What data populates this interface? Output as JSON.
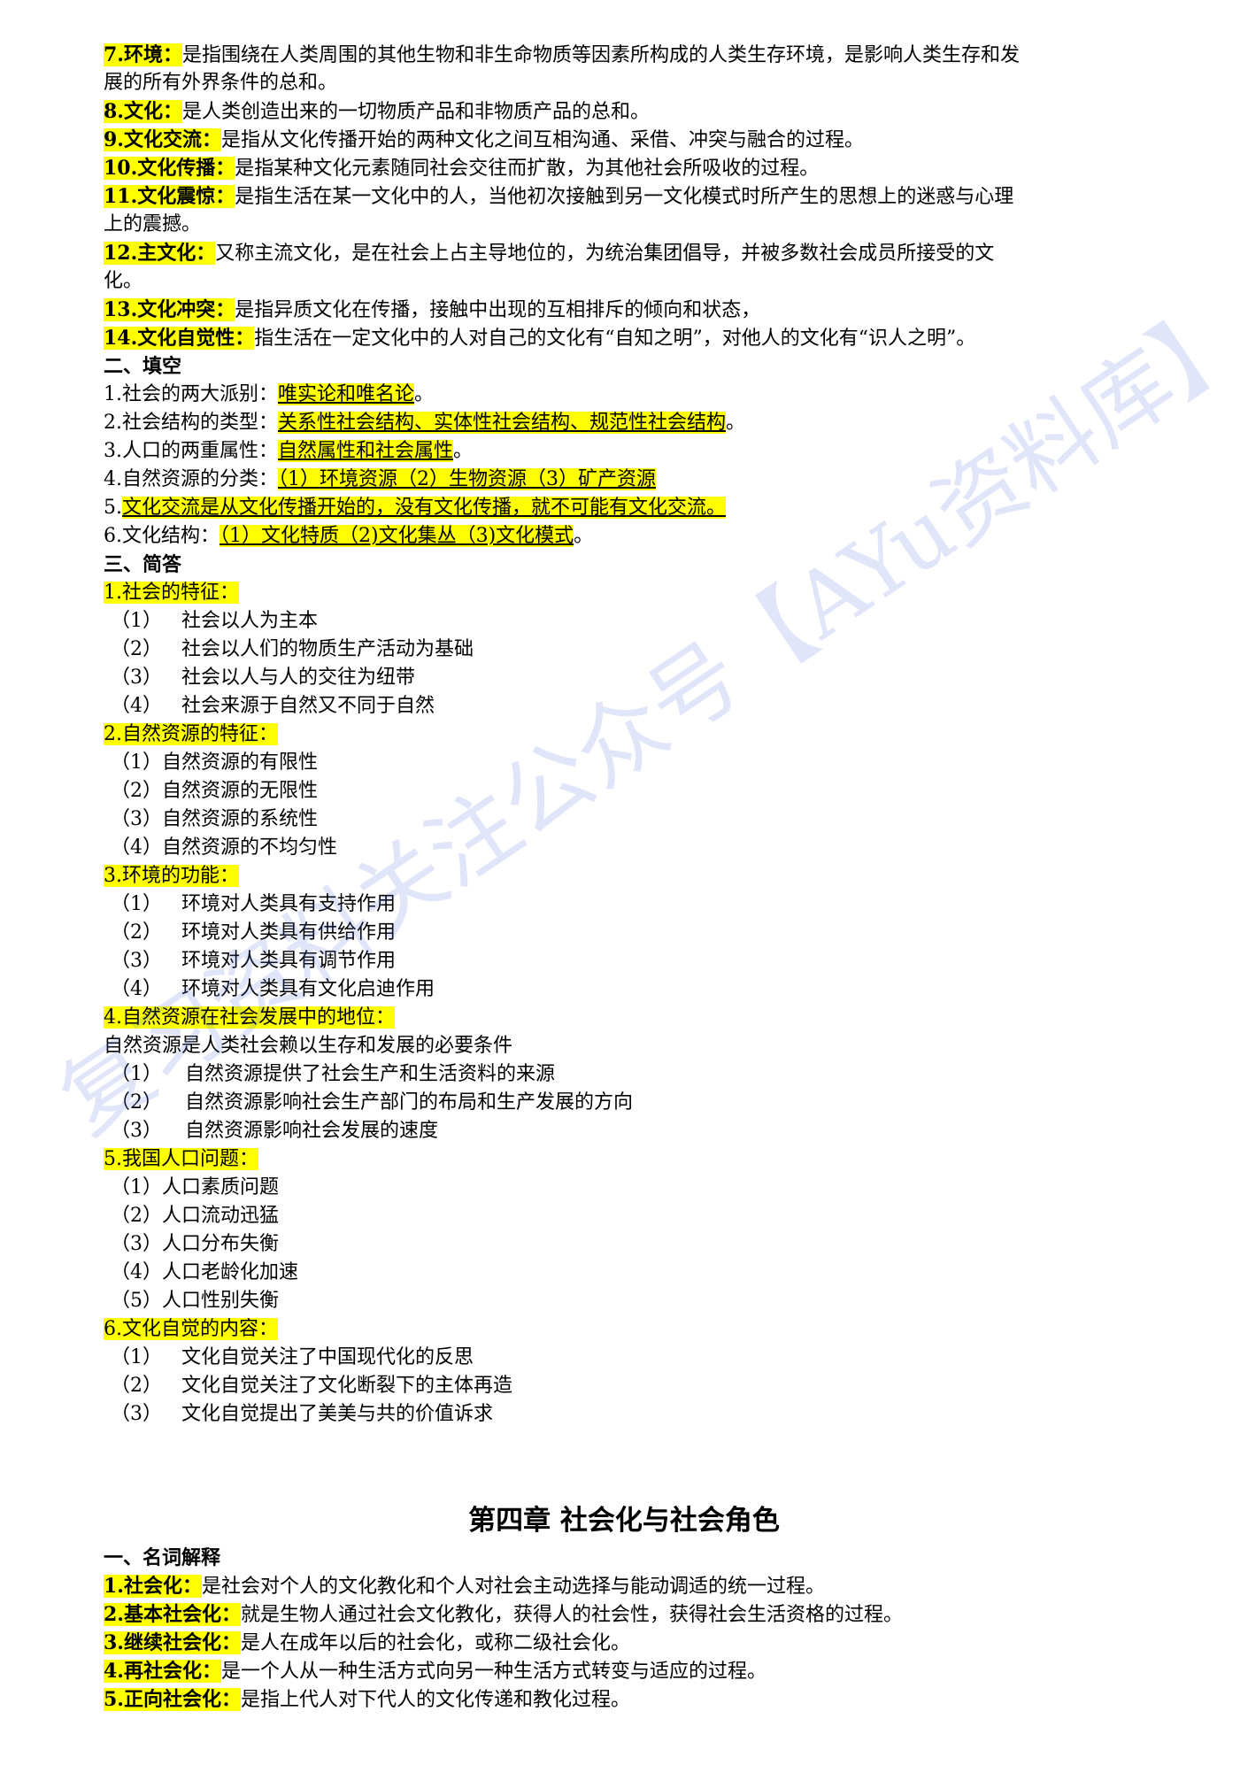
{
  "terms_top": [
    {
      "num": "7.",
      "term": "环境：",
      "def1": "是指围绕在人类周围的其他生物和非生命物质等因素所构成的人类生存环境，是影响人类生存和发",
      "def2": "展的所有外界条件的总和。"
    },
    {
      "num": "8.",
      "term": "文化：",
      "def1": "是人类创造出来的一切物质产品和非物质产品的总和。"
    },
    {
      "num": "9.",
      "term": "文化交流：",
      "def1": "是指从文化传播开始的两种文化之间互相沟通、采借、冲突与融合的过程。"
    },
    {
      "num": "10.",
      "term": "文化传播：",
      "def1": "是指某种文化元素随同社会交往而扩散，为其他社会所吸收的过程。"
    },
    {
      "num": "11.",
      "term": "文化震惊：",
      "def1": "是指生活在某一文化中的人，当他初次接触到另一文化模式时所产生的思想上的迷惑与心理",
      "def2": "上的震撼。"
    },
    {
      "num": "12.",
      "term": "主文化：",
      "def1": "又称主流文化，是在社会上占主导地位的，为统治集团倡导，并被多数社会成员所接受的文",
      "def2": "化。"
    },
    {
      "num": "13.",
      "term": "文化冲突：",
      "def1": "是指异质文化在传播，接触中出现的互相排斥的倾向和状态，"
    },
    {
      "num": "14.",
      "term": "文化自觉性：",
      "def1": "指生活在一定文化中的人对自己的文化有“自知之明”，对他人的文化有“识人之明”。"
    }
  ],
  "fill_heading": "二、填空",
  "fill_items": [
    {
      "q": "1.社会的两大派别：",
      "a": "唯实论和唯名论",
      "tail": "。"
    },
    {
      "q": "2.社会结构的类型：",
      "a": "关系性社会结构、实体性社会结构、规范性社会结构",
      "tail": "。"
    },
    {
      "q": "3.人口的两重属性：",
      "a": "自然属性和社会属性",
      "tail": "。"
    },
    {
      "q": "4.自然资源的分类：",
      "a": "（1）环境资源（2）生物资源（3）矿产资源",
      "tail": ""
    },
    {
      "q": "5.",
      "a": "文化交流是从文化传播开始的，没有文化传播，就不可能有文化交流。",
      "tail": ""
    },
    {
      "q": "6.文化结构：",
      "a": "（1）文化特质（2)文化集丛（3)文化模式",
      "tail": "。"
    }
  ],
  "short_heading": "三、简答",
  "short_sections": [
    {
      "title": "1.社会的特征：",
      "items": [
        {
          "n": "（1）",
          "t": "社会以人为主本"
        },
        {
          "n": "（2）",
          "t": "社会以人们的物质生产活动为基础"
        },
        {
          "n": "（3）",
          "t": "社会以人与人的交往为纽带"
        },
        {
          "n": "（4）",
          "t": "社会来源于自然又不同于自然"
        }
      ]
    },
    {
      "title": "2.自然资源的特征：",
      "items": [
        {
          "n": "（1）",
          "t": "自然资源的有限性"
        },
        {
          "n": "（2）",
          "t": "自然资源的无限性"
        },
        {
          "n": "（3）",
          "t": "自然资源的系统性"
        },
        {
          "n": "（4）",
          "t": "自然资源的不均匀性"
        }
      ]
    },
    {
      "title": "3.环境的功能：",
      "items": [
        {
          "n": "（1）",
          "t": "环境对人类具有支持作用"
        },
        {
          "n": "（2）",
          "t": "环境对人类具有供给作用"
        },
        {
          "n": "（3）",
          "t": "环境对人类具有调节作用"
        },
        {
          "n": "（4）",
          "t": "环境对人类具有文化启迪作用"
        }
      ]
    },
    {
      "title": "4.自然资源在社会发展中的地位：",
      "intro": "自然资源是人类社会赖以生存和发展的必要条件",
      "items": [
        {
          "n": "（1）",
          "t": "自然资源提供了社会生产和生活资料的来源"
        },
        {
          "n": "（2）",
          "t": "自然资源影响社会生产部门的布局和生产发展的方向"
        },
        {
          "n": "（3）",
          "t": "自然资源影响社会发展的速度"
        }
      ]
    },
    {
      "title": "5.我国人口问题：",
      "items": [
        {
          "n": "（1）",
          "t": "人口素质问题"
        },
        {
          "n": "（2）",
          "t": "人口流动迅猛"
        },
        {
          "n": "（3）",
          "t": "人口分布失衡"
        },
        {
          "n": "（4）",
          "t": "人口老龄化加速"
        },
        {
          "n": "（5）",
          "t": "人口性别失衡"
        }
      ]
    },
    {
      "title": "6.文化自觉的内容：",
      "items": [
        {
          "n": "（1）",
          "t": "文化自觉关注了中国现代化的反思"
        },
        {
          "n": "（2）",
          "t": "文化自觉关注了文化断裂下的主体再造"
        },
        {
          "n": "（3）",
          "t": "文化自觉提出了美美与共的价值诉求"
        }
      ]
    }
  ],
  "chapter_title": "第四章  社会化与社会角色",
  "ch4_heading": "一、名词解释",
  "ch4_terms": [
    {
      "num": "1.",
      "term": "社会化：",
      "def1": "是社会对个人的文化教化和个人对社会主动选择与能动调适的统一过程。"
    },
    {
      "num": "2.",
      "term": "基本社会化：",
      "def1": "就是生物人通过社会文化教化，获得人的社会性，获得社会生活资格的过程。"
    },
    {
      "num": "3.",
      "term": "继续社会化：",
      "def1": "是人在成年以后的社会化，或称二级社会化。"
    },
    {
      "num": "4.",
      "term": "再社会化：",
      "def1": "是一个人从一种生活方式向另一种生活方式转变与适应的过程。"
    },
    {
      "num": "5.",
      "term": "正向社会化：",
      "def1": "是指上代人对下代人的文化传递和教化过程。"
    }
  ],
  "watermark": "复习资料关注公众号【AYu资料库】",
  "colors": {
    "highlight": "#ffff00",
    "text": "#000000",
    "watermark": "#5a6edc"
  }
}
